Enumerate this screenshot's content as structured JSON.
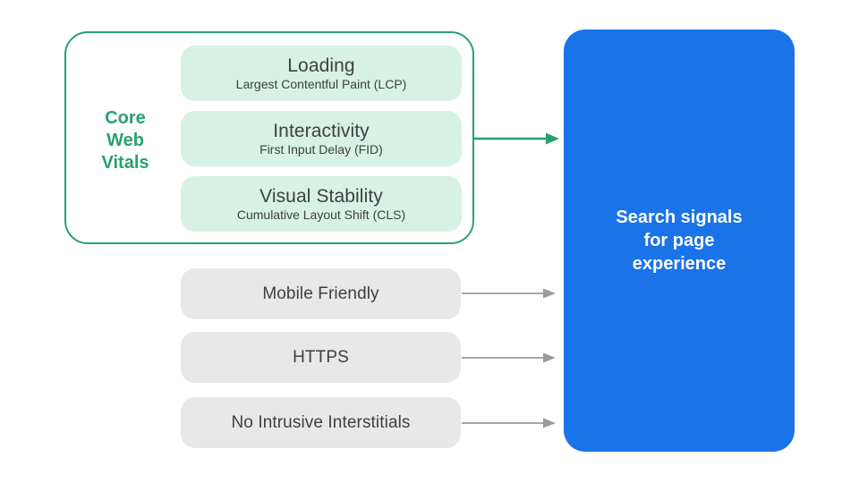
{
  "colors": {
    "green": "#2aa06f",
    "mint": "#d7f1e4",
    "blue": "#1a73e8",
    "gray_box": "#e8e8e8",
    "text_dark": "#3c4043",
    "arrow_gray": "#989ba0",
    "white": "#ffffff",
    "bg": "#ffffff"
  },
  "core_web_vitals": {
    "label": "Core Web Vitals",
    "metrics": [
      {
        "title": "Loading",
        "subtitle": "Largest Contentful Paint (LCP)"
      },
      {
        "title": "Interactivity",
        "subtitle": "First Input Delay (FID)"
      },
      {
        "title": "Visual Stability",
        "subtitle": "Cumulative Layout Shift (CLS)"
      }
    ]
  },
  "other_signals": [
    {
      "label": "Mobile Friendly"
    },
    {
      "label": "HTTPS"
    },
    {
      "label": "No Intrusive Interstitials"
    }
  ],
  "result": {
    "label": "Search signals for page experience"
  }
}
